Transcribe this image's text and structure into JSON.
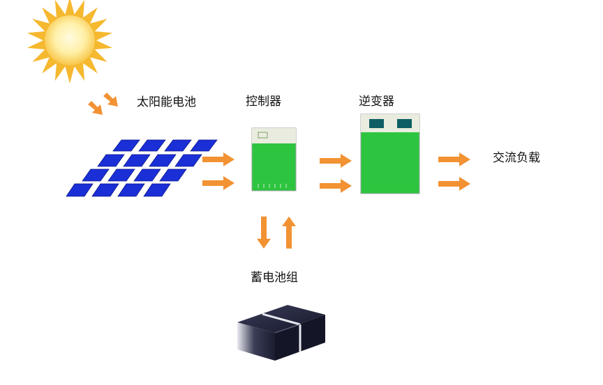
{
  "labels": {
    "solar_panel": "太阳能电池",
    "controller": "控制器",
    "inverter": "逆变器",
    "ac_load": "交流负载",
    "battery_bank": "蓄电池组"
  },
  "colors": {
    "sun_outer": "#f5b82e",
    "sun_inner": "#fff4b8",
    "panel_cell": "#1a2fd6",
    "device_body": "#2dc53f",
    "device_top": "#e9ecdf",
    "inverter_window": "#0f5e66",
    "arrow": "#f29233",
    "battery": "#202338"
  }
}
